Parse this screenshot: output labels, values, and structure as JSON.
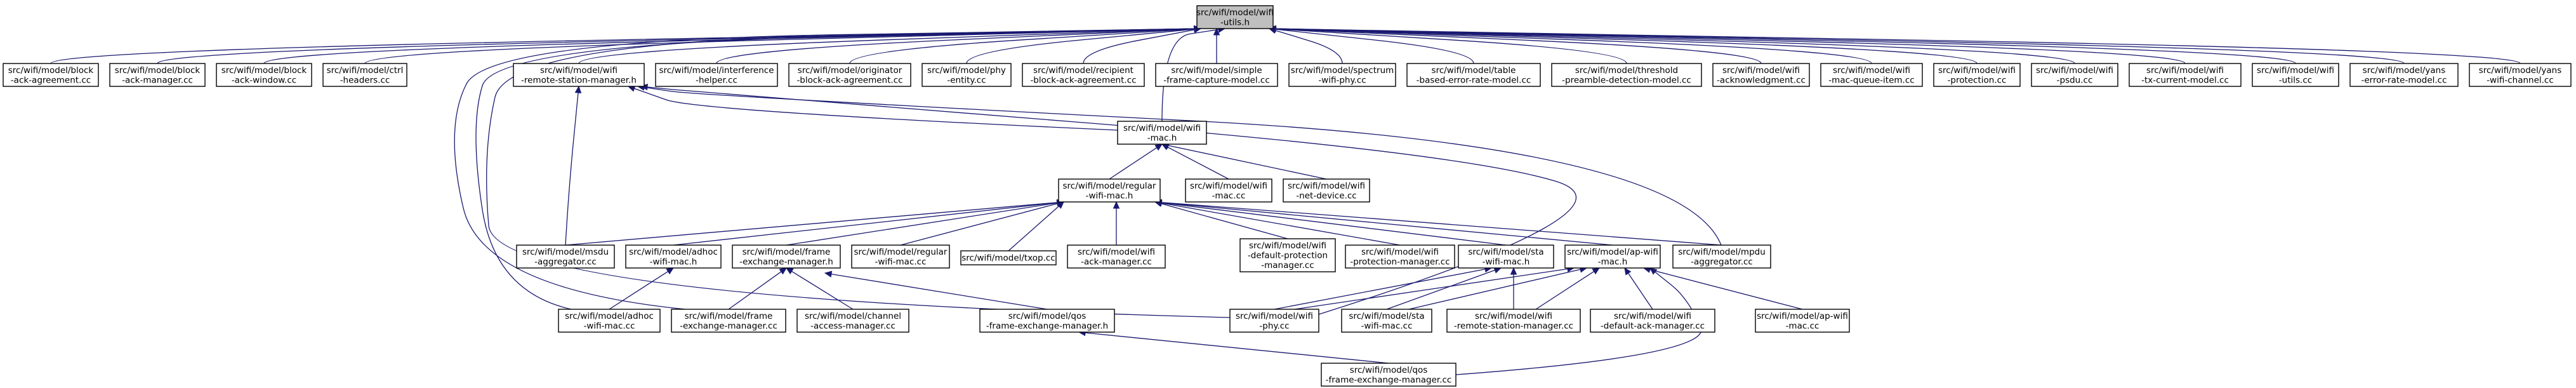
{
  "graph": {
    "kind": "include dependency graph",
    "colors": {
      "edge": "#191970",
      "root_fill": "#bfbfbf",
      "node_fill": "#ffffff",
      "node_border": "#000000"
    },
    "nodes": [
      {
        "id": "wifi-utils-h",
        "lines": [
          "src/wifi/model/wifi",
          "-utils.h"
        ],
        "root": true
      },
      {
        "id": "block-ack-agreement-cc",
        "lines": [
          "src/wifi/model/block",
          "-ack-agreement.cc"
        ]
      },
      {
        "id": "block-ack-manager-cc",
        "lines": [
          "src/wifi/model/block",
          "-ack-manager.cc"
        ]
      },
      {
        "id": "block-ack-window-cc",
        "lines": [
          "src/wifi/model/block",
          "-ack-window.cc"
        ]
      },
      {
        "id": "ctrl-headers-cc",
        "lines": [
          "src/wifi/model/ctrl",
          "-headers.cc"
        ]
      },
      {
        "id": "remote-station-manager-h",
        "lines": [
          "src/wifi/model/wifi",
          "-remote-station-manager.h"
        ]
      },
      {
        "id": "interference-helper-cc",
        "lines": [
          "src/wifi/model/interference",
          "-helper.cc"
        ]
      },
      {
        "id": "originator-block-ack-agreement-cc",
        "lines": [
          "src/wifi/model/originator",
          "-block-ack-agreement.cc"
        ]
      },
      {
        "id": "phy-entity-cc",
        "lines": [
          "src/wifi/model/phy",
          "-entity.cc"
        ]
      },
      {
        "id": "recipient-block-ack-agreement-cc",
        "lines": [
          "src/wifi/model/recipient",
          "-block-ack-agreement.cc"
        ]
      },
      {
        "id": "simple-frame-capture-model-cc",
        "lines": [
          "src/wifi/model/simple",
          "-frame-capture-model.cc"
        ]
      },
      {
        "id": "spectrum-wifi-phy-cc",
        "lines": [
          "src/wifi/model/spectrum",
          "-wifi-phy.cc"
        ]
      },
      {
        "id": "table-based-error-rate-model-cc",
        "lines": [
          "src/wifi/model/table",
          "-based-error-rate-model.cc"
        ]
      },
      {
        "id": "threshold-preamble-detection-model-cc",
        "lines": [
          "src/wifi/model/threshold",
          "-preamble-detection-model.cc"
        ]
      },
      {
        "id": "wifi-acknowledgment-cc",
        "lines": [
          "src/wifi/model/wifi",
          "-acknowledgment.cc"
        ]
      },
      {
        "id": "wifi-mac-queue-item-cc",
        "lines": [
          "src/wifi/model/wifi",
          "-mac-queue-item.cc"
        ]
      },
      {
        "id": "wifi-protection-cc",
        "lines": [
          "src/wifi/model/wifi",
          "-protection.cc"
        ]
      },
      {
        "id": "wifi-psdu-cc",
        "lines": [
          "src/wifi/model/wifi",
          "-psdu.cc"
        ]
      },
      {
        "id": "wifi-tx-current-model-cc",
        "lines": [
          "src/wifi/model/wifi",
          "-tx-current-model.cc"
        ]
      },
      {
        "id": "wifi-utils-cc",
        "lines": [
          "src/wifi/model/wifi",
          "-utils.cc"
        ]
      },
      {
        "id": "yans-error-rate-model-cc",
        "lines": [
          "src/wifi/model/yans",
          "-error-rate-model.cc"
        ]
      },
      {
        "id": "yans-wifi-channel-cc",
        "lines": [
          "src/wifi/model/yans",
          "-wifi-channel.cc"
        ]
      },
      {
        "id": "wifi-mac-h",
        "lines": [
          "src/wifi/model/wifi",
          "-mac.h"
        ]
      },
      {
        "id": "regular-wifi-mac-h",
        "lines": [
          "src/wifi/model/regular",
          "-wifi-mac.h"
        ]
      },
      {
        "id": "wifi-mac-cc",
        "lines": [
          "src/wifi/model/wifi",
          "-mac.cc"
        ]
      },
      {
        "id": "wifi-net-device-cc",
        "lines": [
          "src/wifi/model/wifi",
          "-net-device.cc"
        ]
      },
      {
        "id": "msdu-aggregator-cc",
        "lines": [
          "src/wifi/model/msdu",
          "-aggregator.cc"
        ]
      },
      {
        "id": "adhoc-wifi-mac-h",
        "lines": [
          "src/wifi/model/adhoc",
          "-wifi-mac.h"
        ]
      },
      {
        "id": "frame-exchange-manager-h",
        "lines": [
          "src/wifi/model/frame",
          "-exchange-manager.h"
        ]
      },
      {
        "id": "regular-wifi-mac-cc",
        "lines": [
          "src/wifi/model/regular",
          "-wifi-mac.cc"
        ]
      },
      {
        "id": "txop-cc",
        "lines": [
          "src/wifi/model/txop.cc"
        ]
      },
      {
        "id": "wifi-ack-manager-cc",
        "lines": [
          "src/wifi/model/wifi",
          "-ack-manager.cc"
        ]
      },
      {
        "id": "wifi-default-protection-manager-cc",
        "lines": [
          "src/wifi/model/wifi",
          "-default-protection",
          "-manager.cc"
        ]
      },
      {
        "id": "wifi-protection-manager-cc",
        "lines": [
          "src/wifi/model/wifi",
          "-protection-manager.cc"
        ]
      },
      {
        "id": "sta-wifi-mac-h",
        "lines": [
          "src/wifi/model/sta",
          "-wifi-mac.h"
        ]
      },
      {
        "id": "ap-wifi-mac-h",
        "lines": [
          "src/wifi/model/ap-wifi",
          "-mac.h"
        ]
      },
      {
        "id": "mpdu-aggregator-cc",
        "lines": [
          "src/wifi/model/mpdu",
          "-aggregator.cc"
        ]
      },
      {
        "id": "adhoc-wifi-mac-cc",
        "lines": [
          "src/wifi/model/adhoc",
          "-wifi-mac.cc"
        ]
      },
      {
        "id": "frame-exchange-manager-cc",
        "lines": [
          "src/wifi/model/frame",
          "-exchange-manager.cc"
        ]
      },
      {
        "id": "channel-access-manager-cc",
        "lines": [
          "src/wifi/model/channel",
          "-access-manager.cc"
        ]
      },
      {
        "id": "qos-frame-exchange-manager-h",
        "lines": [
          "src/wifi/model/qos",
          "-frame-exchange-manager.h"
        ]
      },
      {
        "id": "wifi-phy-cc",
        "lines": [
          "src/wifi/model/wifi",
          "-phy.cc"
        ]
      },
      {
        "id": "sta-wifi-mac-cc",
        "lines": [
          "src/wifi/model/sta",
          "-wifi-mac.cc"
        ]
      },
      {
        "id": "wifi-remote-station-manager-cc",
        "lines": [
          "src/wifi/model/wifi",
          "-remote-station-manager.cc"
        ]
      },
      {
        "id": "wifi-default-ack-manager-cc",
        "lines": [
          "src/wifi/model/wifi",
          "-default-ack-manager.cc"
        ]
      },
      {
        "id": "ap-wifi-mac-cc",
        "lines": [
          "src/wifi/model/ap-wifi",
          "-mac.cc"
        ]
      },
      {
        "id": "qos-frame-exchange-manager-cc",
        "lines": [
          "src/wifi/model/qos",
          "-frame-exchange-manager.cc"
        ]
      }
    ]
  }
}
